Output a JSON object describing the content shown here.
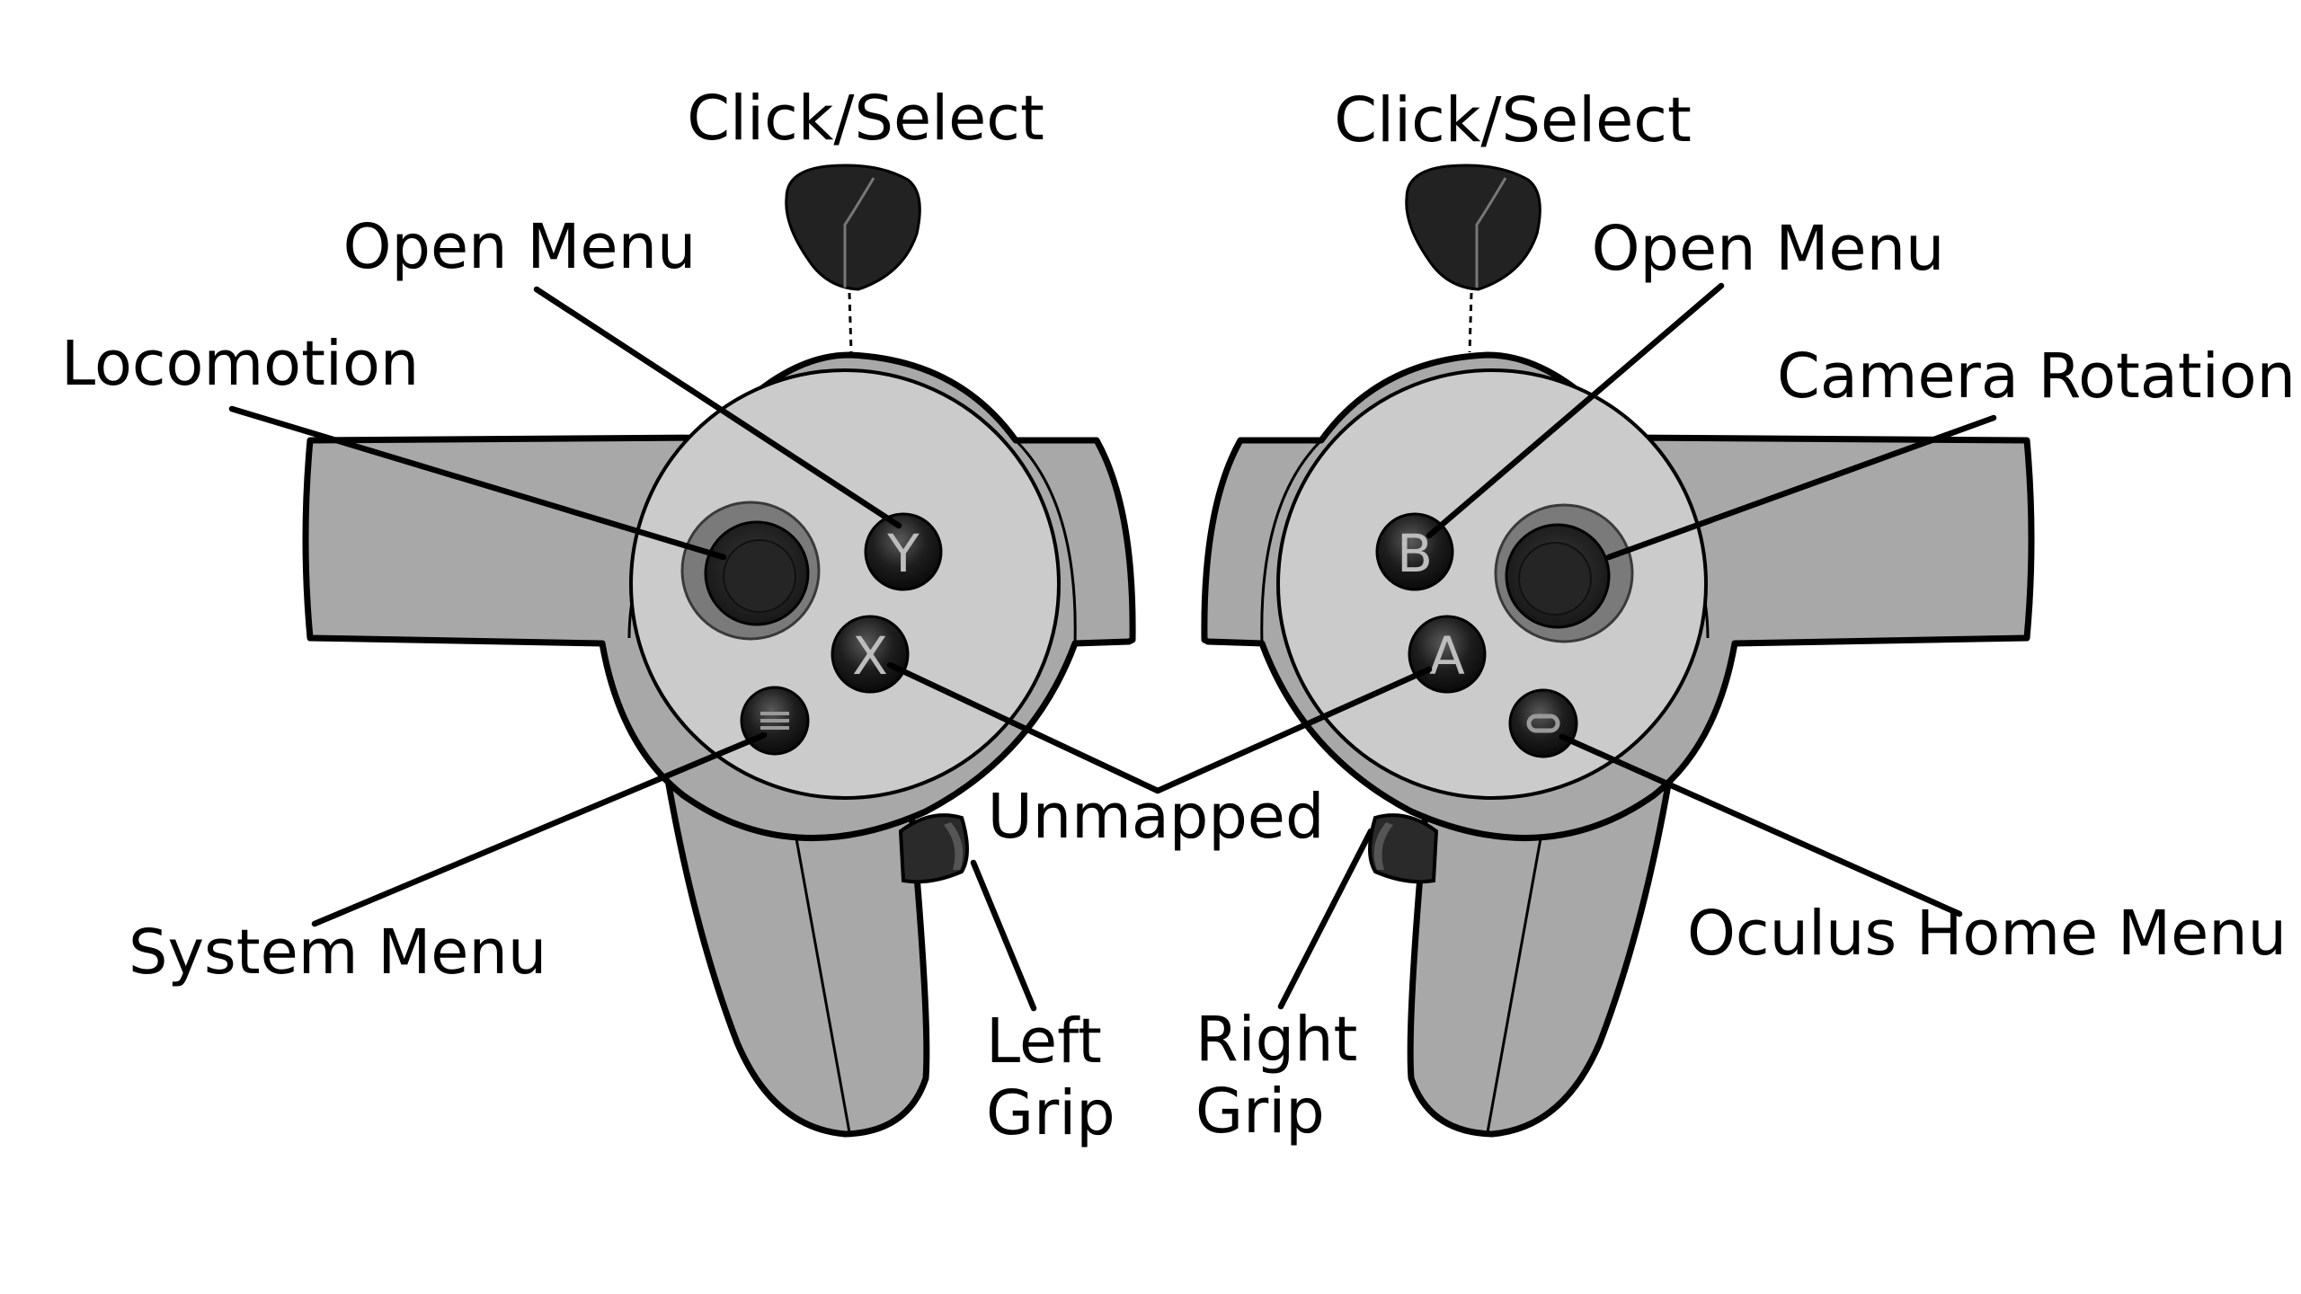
{
  "diagram": {
    "left_controller": {
      "face_buttons": {
        "y": "Y",
        "x": "X"
      },
      "labels": {
        "click_select": "Click/Select",
        "open_menu": "Open Menu",
        "locomotion": "Locomotion",
        "system_menu": "System Menu",
        "grip_line1": "Left",
        "grip_line2": "Grip"
      }
    },
    "right_controller": {
      "face_buttons": {
        "b": "B",
        "a": "A"
      },
      "labels": {
        "click_select": "Click/Select",
        "open_menu": "Open Menu",
        "camera_rotation": "Camera Rotation",
        "oculus_home_menu": "Oculus Home Menu",
        "grip_line1": "Right",
        "grip_line2": "Grip"
      }
    },
    "shared_labels": {
      "unmapped": "Unmapped"
    },
    "icons": [
      "trigger-icon",
      "thumbstick-icon",
      "menu-button-icon",
      "oculus-button-icon",
      "grip-button-icon"
    ],
    "colors": {
      "shell_dark": "#a8a8a8",
      "shell_face": "#cbcbcb",
      "button_black": "#1e1e1e",
      "stick_ring": "#7a7a7a",
      "line": "#000000",
      "background": "#ffffff"
    }
  }
}
